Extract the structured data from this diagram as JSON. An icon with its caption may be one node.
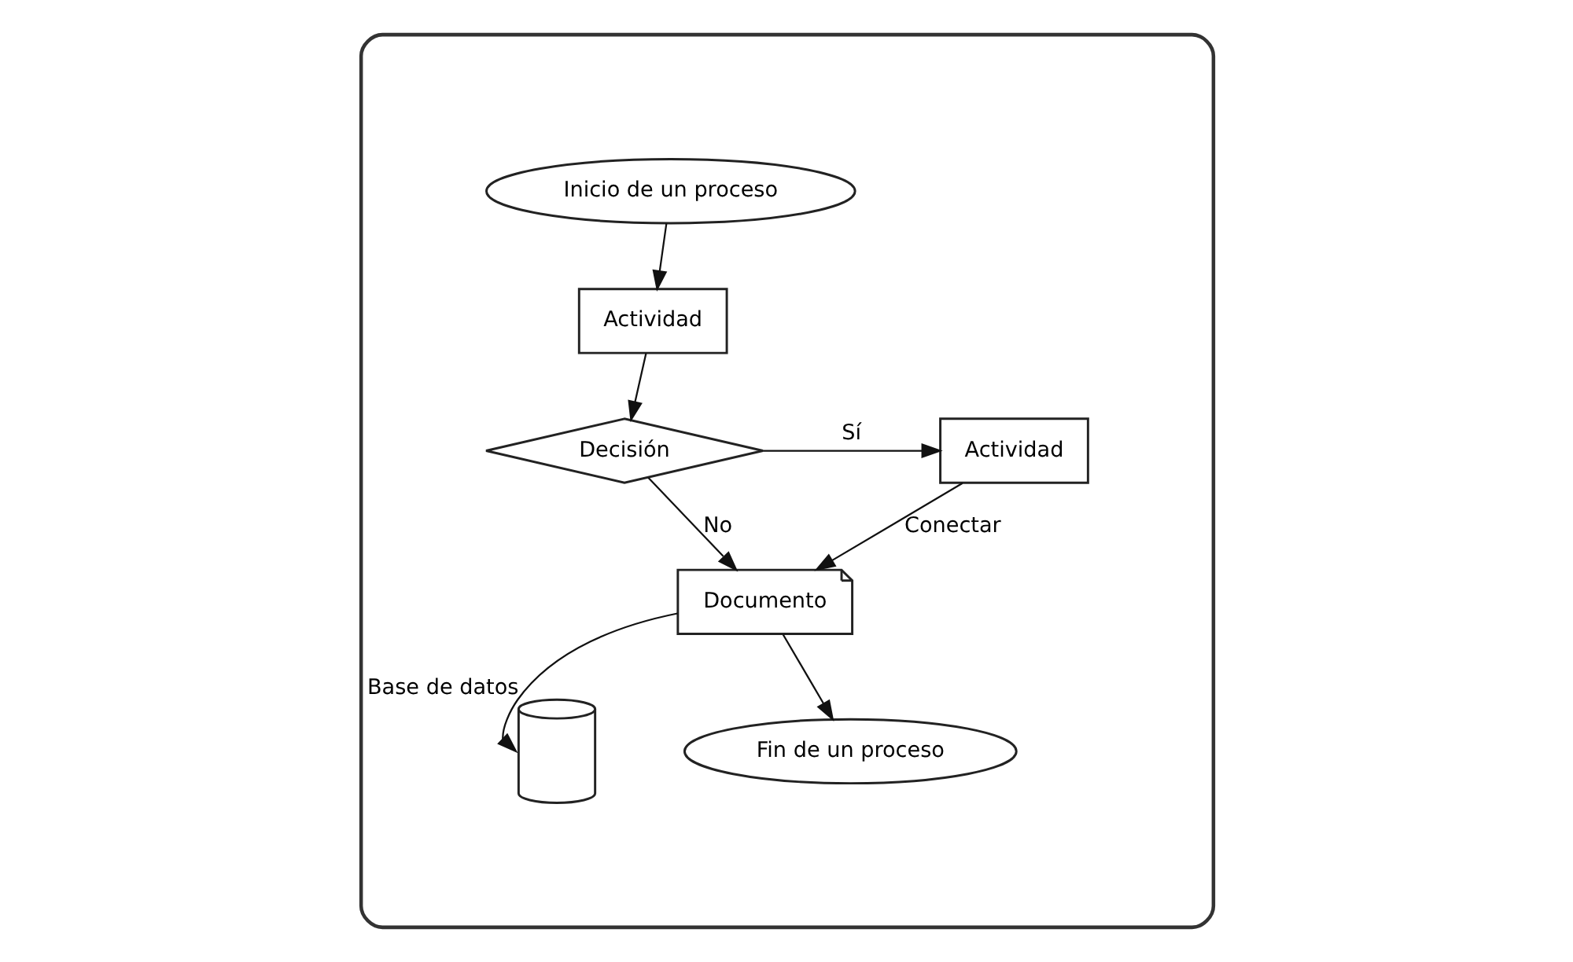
{
  "diagram": {
    "nodes": [
      {
        "text": [],
        "shape": "box"
      },
      {
        "text": [
          "Inicio de un proceso"
        ],
        "in": 0
      },
      {
        "text": [
          "Actividad"
        ],
        "in": 0
      },
      {
        "text": [
          "Decisión"
        ],
        "in": 0
      },
      {
        "text": [
          "Actividad"
        ],
        "in": 0
      },
      {
        "text": [
          "Documento"
        ],
        "in": 0
      },
      {
        "text": [],
        "shape": "cylinder",
        "beside": [
          "Base de datos"
        ],
        "in": 0
      },
      {
        "text": [
          "Fin de un proceso"
        ],
        "in": 0
      }
    ],
    "edges": [
      {
        "from": 1,
        "to": 2,
        "arrow": "to"
      },
      {
        "from": 2,
        "to": 3,
        "arrow": "to"
      },
      {
        "from": 3,
        "to": 4,
        "arrow": "to",
        "label": "Sí"
      },
      {
        "from": 3,
        "to": 5,
        "arrow": "to",
        "label": "No"
      },
      {
        "from": 4,
        "to": 5,
        "arrow": "to",
        "label": "Conectar"
      },
      {
        "from": 5,
        "to": 7,
        "arrow": "to"
      },
      {
        "from": 5,
        "to": 6,
        "arrow": "to"
      }
    ]
  }
}
